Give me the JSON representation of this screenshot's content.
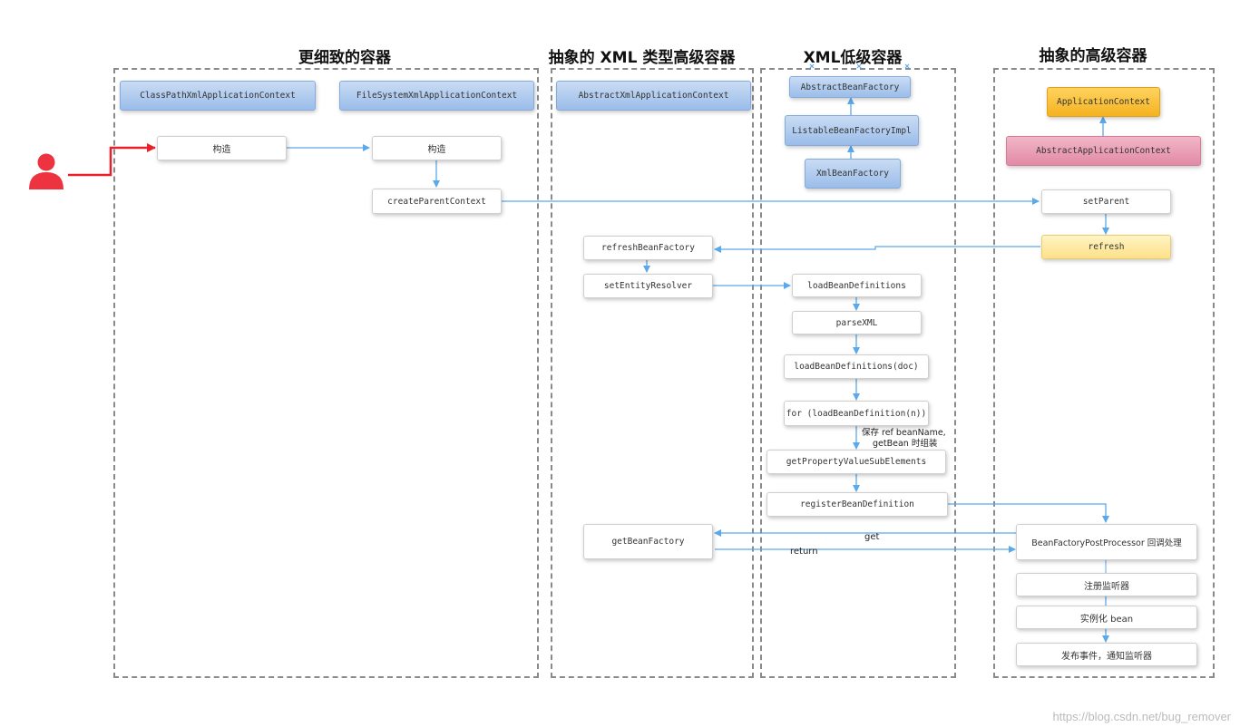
{
  "lanes": [
    {
      "title": "更细致的容器"
    },
    {
      "title": "抽象的 XML 类型高级容器"
    },
    {
      "title": "XML低级容器"
    },
    {
      "title": "抽象的高级容器"
    }
  ],
  "boxes": {
    "classpath_ctx": "ClassPathXmlApplicationContext",
    "filesystem_ctx": "FileSystemXmlApplicationContext",
    "construct_1": "构造",
    "construct_2": "构造",
    "create_parent_context": "createParentContext",
    "abstract_xml_ctx": "AbstractXmlApplicationContext",
    "refresh_bean_factory": "refreshBeanFactory",
    "set_entity_resolver": "setEntityResolver",
    "get_bean_factory": "getBeanFactory",
    "abstract_bean_factory": "AbstractBeanFactory",
    "listable_bean_factory_impl": "ListableBeanFactoryImpl",
    "xml_bean_factory": "XmlBeanFactory",
    "load_bean_definitions": "loadBeanDefinitions",
    "parse_xml": "parseXML",
    "load_bean_definitions_doc": "loadBeanDefinitions(doc)",
    "for_load_bean_definition": "for (loadBeanDefinition(n))",
    "get_property_value_sub_elements": "getPropertyValueSubElements",
    "register_bean_definition": "registerBeanDefinition",
    "application_context": "ApplicationContext",
    "abstract_application_context": "AbstractApplicationContext",
    "set_parent": "setParent",
    "refresh": "refresh",
    "bean_factory_post_processor": "BeanFactoryPostProcessor 回调处理",
    "register_listener": "注册监听器",
    "instantiate_bean": "实例化 bean",
    "publish_event": "发布事件，通知监听器"
  },
  "labels": {
    "save_ref_line1": "保存 ref beanName,",
    "save_ref_line2": "getBean 时组装",
    "get": "get",
    "return": "return"
  },
  "colors": {
    "blue_arrow": "#5aa9ec",
    "red_arrow": "#e8202a",
    "actor": "#ee3340"
  },
  "icons": {
    "actor": "user-icon"
  },
  "watermark": "https://blog.csdn.net/bug_remover"
}
